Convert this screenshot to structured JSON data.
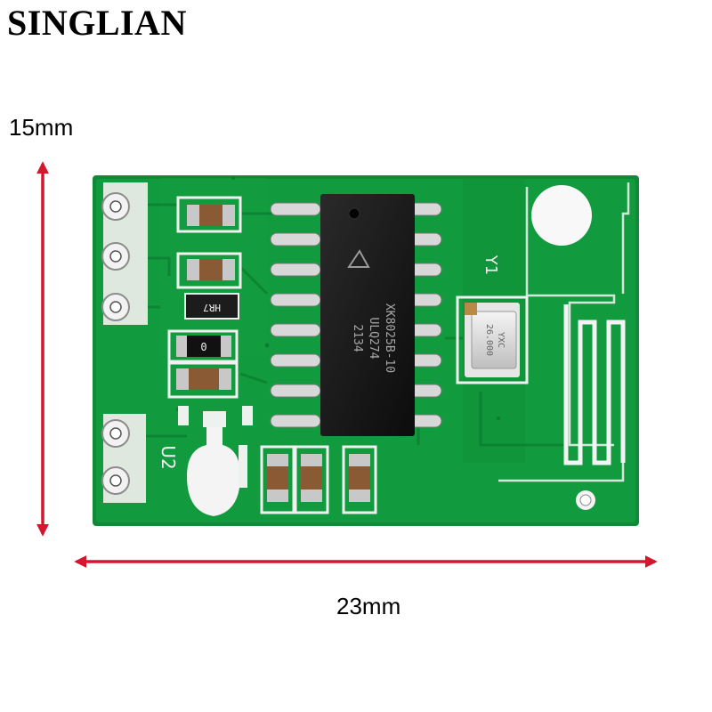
{
  "brand": {
    "name": "SINGLIAN"
  },
  "dimensions": {
    "height_label": "15mm",
    "width_label": "23mm",
    "arrow_color": "#d6162c"
  },
  "board": {
    "pcb_color": "#129a3e",
    "silkscreen": {
      "crystal": "Y1",
      "regulator": "U2",
      "resistor": "HR7",
      "zero_ohm": "0"
    },
    "chip_markings": [
      "XK8025B-10",
      "ULQ274",
      "2134"
    ],
    "crystal_markings": [
      "YXC",
      "26.000"
    ]
  }
}
